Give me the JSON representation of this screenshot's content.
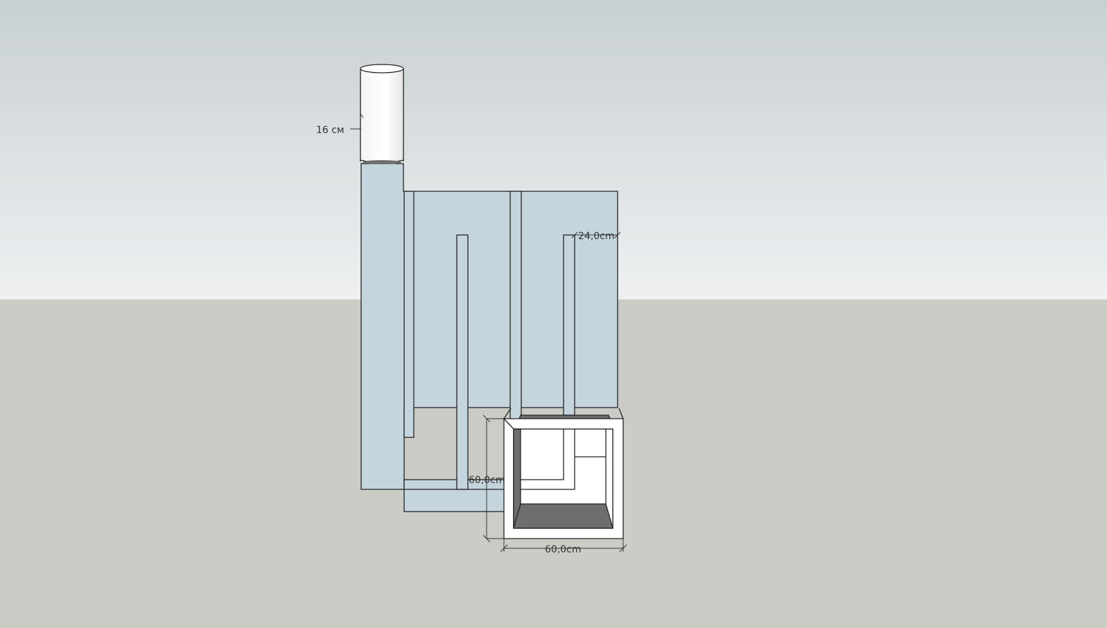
{
  "scene": {
    "sky_top_color": "#c8d0d2",
    "sky_bottom_color": "#eef0f1",
    "ground_color": "#ccccc6",
    "model_fill_color": "#c5d5de",
    "chimney_fill_color": "#ffffff",
    "outline_color": "#222222",
    "shadow_color": "#6e6e6e"
  },
  "dimensions": {
    "chimney_diameter": "16 см",
    "flue_gap": "24,0cm",
    "firebox_height": "60,0cm",
    "firebox_width": "60,0cm"
  }
}
